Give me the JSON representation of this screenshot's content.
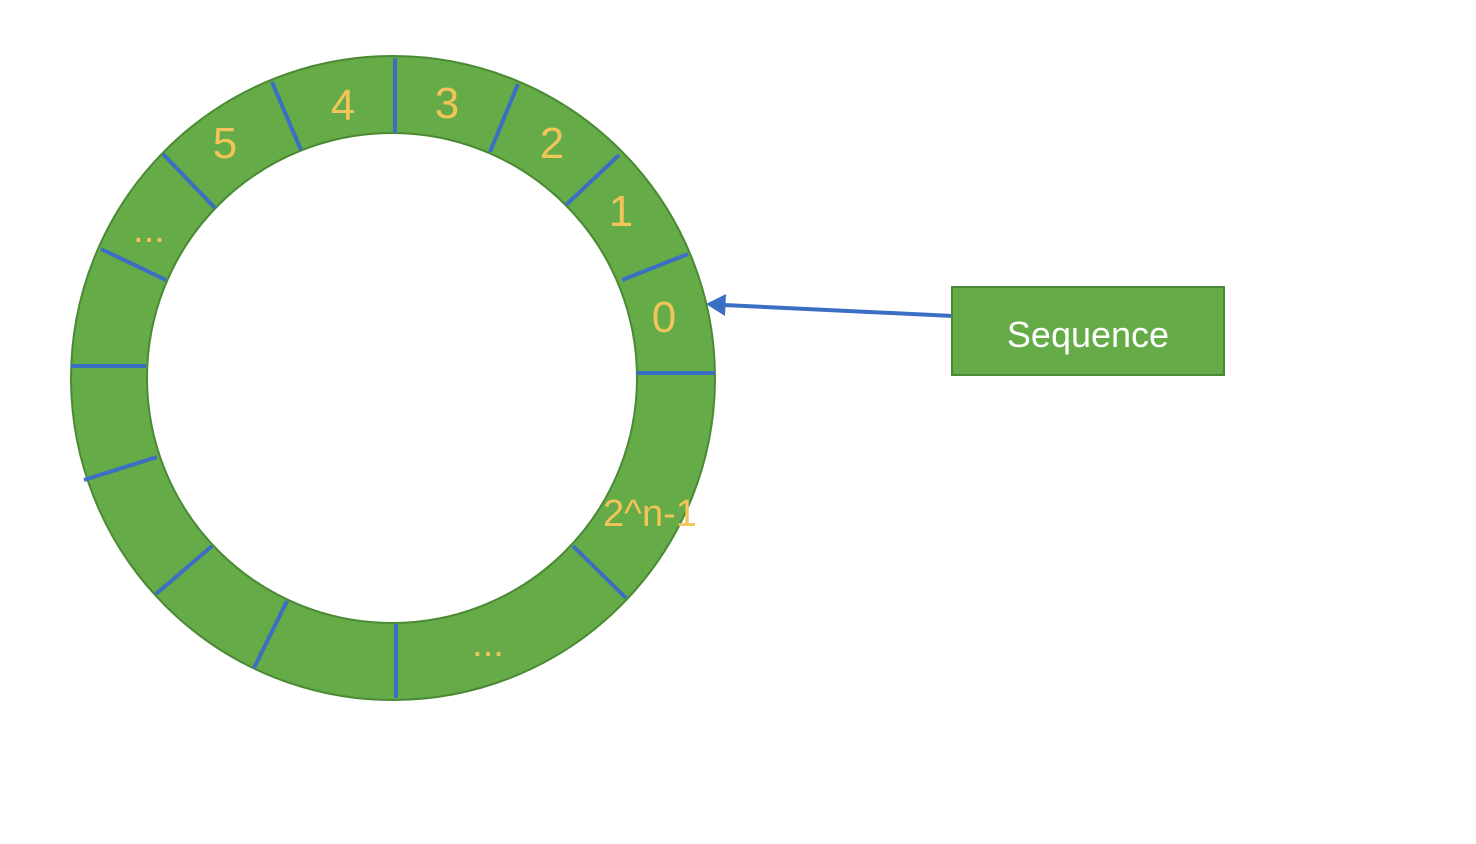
{
  "ring": {
    "fill_color": "#65ab47",
    "border_color": "#4b8a35",
    "divider_color": "#3a6fc4",
    "label_color": "#f2c45a",
    "slot_labels": [
      "0",
      "1",
      "2",
      "3",
      "4",
      "5",
      "...",
      "2^n-1",
      "..."
    ]
  },
  "sequence": {
    "label": "Sequence",
    "fill_color": "#65ab47",
    "border_color": "#4b8a35",
    "text_color": "#ffffff"
  },
  "pointer": {
    "color": "#3a6fc4"
  }
}
